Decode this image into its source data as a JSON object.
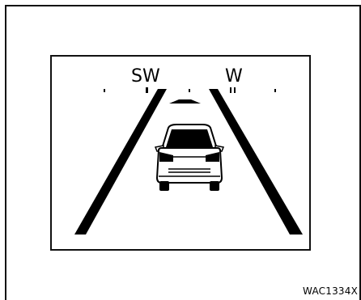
{
  "compass": {
    "heading_left": "SW",
    "heading_right": "W"
  },
  "figure": {
    "code": "WAC1334X"
  },
  "icons": {
    "vehicle": "car-rear-icon",
    "direction_marker": "triangle-up-icon"
  },
  "colors": {
    "ink": "#000000",
    "background": "#ffffff"
  }
}
